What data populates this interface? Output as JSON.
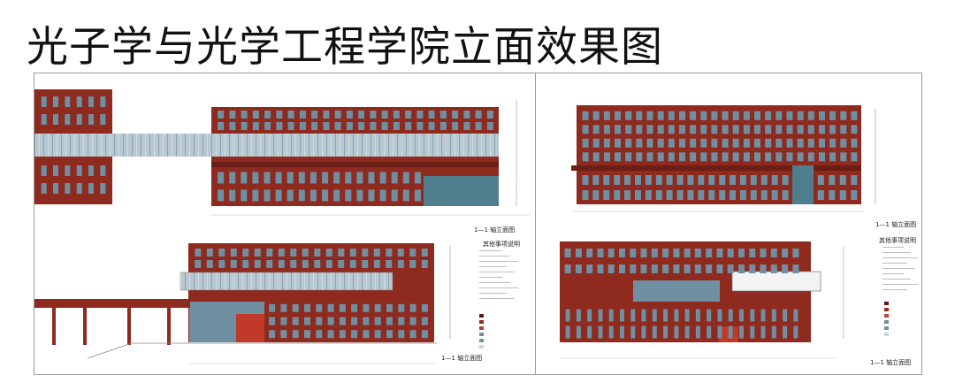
{
  "title": "光子学与光学工程学院立面效果图",
  "left_panel": {
    "top_elevation_caption": "1—1 轴立面图",
    "notes_heading": "其他事项说明",
    "bottom_elevation_caption": "1—1 轴立面图"
  },
  "right_panel": {
    "top_elevation_caption": "1—1 轴立面图",
    "notes_heading": "其他事项说明",
    "bottom_elevation_caption": "1—1 轴立面图"
  },
  "colors": {
    "brick": "#8f2a1f",
    "window": "#6f8fa2",
    "glass": "#b9c9d1",
    "curtain": "#4f7f8c"
  }
}
